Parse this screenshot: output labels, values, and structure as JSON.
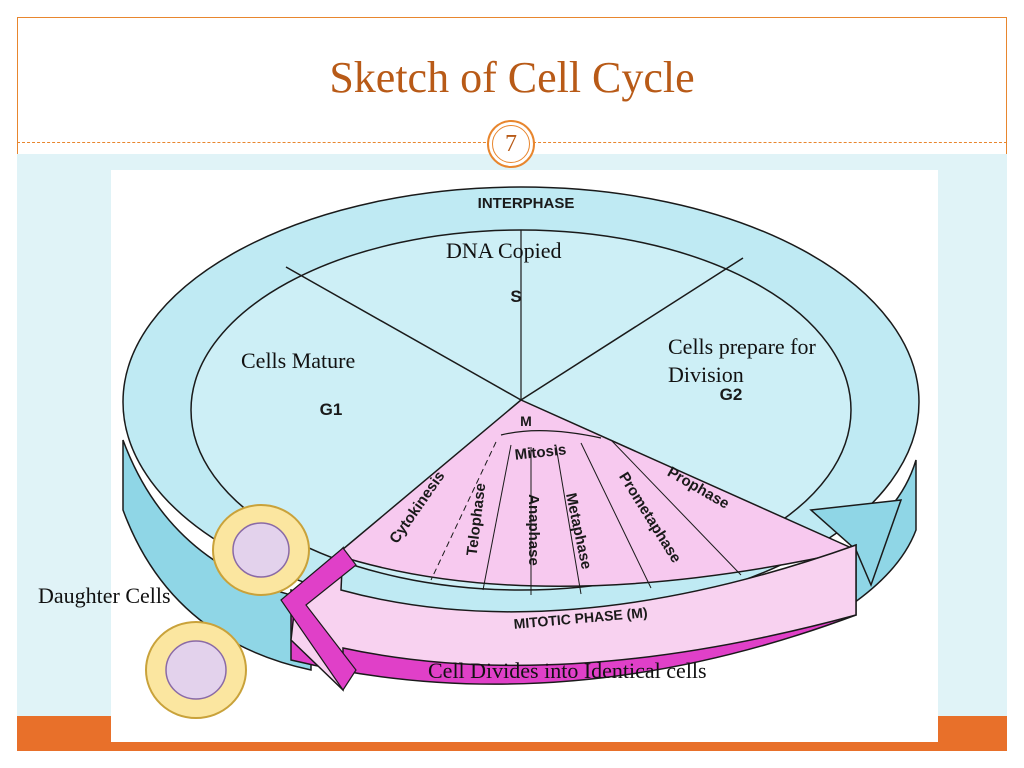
{
  "slide": {
    "title": "Sketch of Cell Cycle",
    "page_number": "7"
  },
  "diagram": {
    "ring_label": "INTERPHASE",
    "sectors": {
      "s": "S",
      "g1": "G1",
      "g2": "G2",
      "m": "M"
    },
    "mitosis_label": "Mitosis",
    "phases": [
      "Cytokinesis",
      "Telophase",
      "Anaphase",
      "Metaphase",
      "Prometaphase",
      "Prophase"
    ],
    "arrow_label": "MITOTIC PHASE (M)",
    "annotations": {
      "dna_copied": "DNA Copied",
      "cells_mature": "Cells Mature",
      "prepare_line1": "Cells prepare for",
      "prepare_line2": "Division",
      "daughter_cells": "Daughter Cells",
      "divides": "Cell Divides into Identical cells"
    }
  }
}
